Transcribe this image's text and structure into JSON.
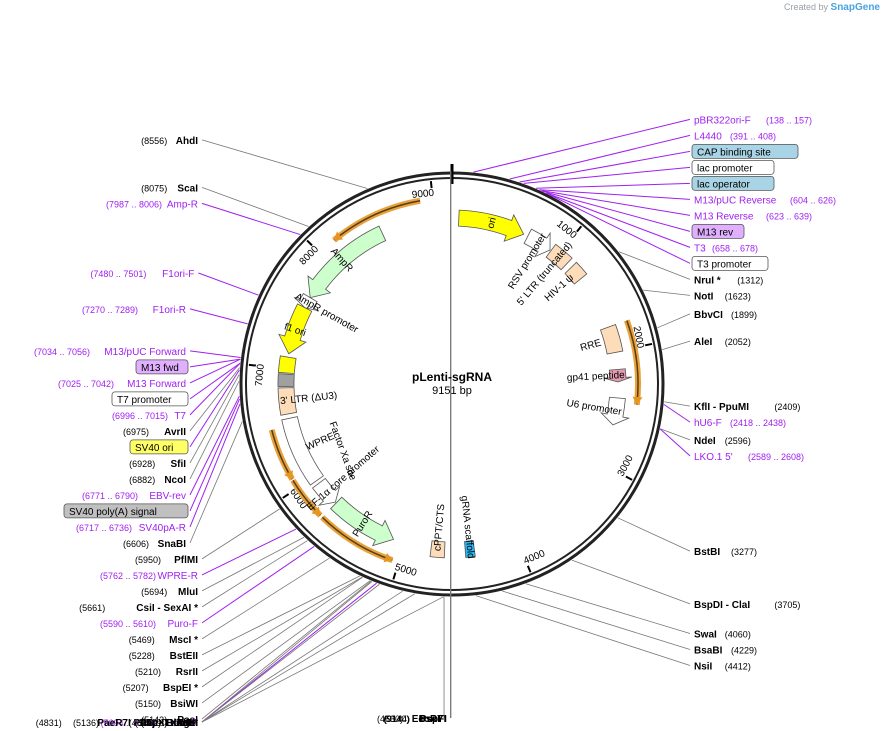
{
  "watermark": {
    "prefix": "Created by",
    "brand": "SnapGene"
  },
  "plasmid": {
    "name": "pLenti-sgRNA",
    "size": "9151 bp"
  },
  "colors": {
    "backbone": "#222222",
    "enzyme_line": "#777777",
    "primer": "#a020f0",
    "orange_arrow": "#f5a623",
    "ori_yellow": "#ffff00",
    "promoter_white": "#ffffff",
    "marker_green": "#ccffcc",
    "peach": "#fddcb9",
    "label_blue": "#a8d4e6",
    "label_purple": "#e0b0ff",
    "label_grey": "#c0c0c0"
  },
  "tick_labels": [
    {
      "label": "1000",
      "bp": 1000
    },
    {
      "label": "2000",
      "bp": 2000
    },
    {
      "label": "3000",
      "bp": 3000
    },
    {
      "label": "4000",
      "bp": 4000
    },
    {
      "label": "5000",
      "bp": 5000
    },
    {
      "label": "6000",
      "bp": 6000
    },
    {
      "label": "7000",
      "bp": 7000
    },
    {
      "label": "8000",
      "bp": 8000
    },
    {
      "label": "9000",
      "bp": 9000
    }
  ],
  "enzymes": [
    {
      "name": "PspFI",
      "pos": "(9144)",
      "bp": 9144,
      "side": "right",
      "star": ""
    },
    {
      "name": "NruI",
      "pos": "(1312)",
      "bp": 1312,
      "side": "right",
      "star": "*"
    },
    {
      "name": "NotI",
      "pos": "(1623)",
      "bp": 1623,
      "side": "right",
      "star": ""
    },
    {
      "name": "BbvCI",
      "pos": "(1899)",
      "bp": 1899,
      "side": "right",
      "star": ""
    },
    {
      "name": "AleI",
      "pos": "(2052)",
      "bp": 2052,
      "side": "right",
      "star": ""
    },
    {
      "name": "KflI - PpuMI",
      "pos": "(2409)",
      "bp": 2409,
      "side": "right",
      "star": ""
    },
    {
      "name": "NdeI",
      "pos": "(2596)",
      "bp": 2596,
      "side": "right",
      "star": ""
    },
    {
      "name": "BstBI",
      "pos": "(3277)",
      "bp": 3277,
      "side": "right",
      "star": ""
    },
    {
      "name": "BspDI - ClaI",
      "pos": "(3705)",
      "bp": 3705,
      "side": "right",
      "star": ""
    },
    {
      "name": "SwaI",
      "pos": "(4060)",
      "bp": 4060,
      "side": "right",
      "star": ""
    },
    {
      "name": "BsaBI",
      "pos": "(4229)",
      "bp": 4229,
      "side": "right",
      "star": ""
    },
    {
      "name": "NsiI",
      "pos": "(4412)",
      "bp": 4412,
      "side": "right",
      "star": ""
    },
    {
      "name": "EcoRI",
      "pos": "(4630)",
      "bp": 4630,
      "side": "center",
      "star": ""
    },
    {
      "name": "XbaI",
      "pos": "(4634)",
      "bp": 4634,
      "side": "left",
      "star": "*"
    },
    {
      "name": "PaeR7I - PspXI - XhoI",
      "pos": "(4831)",
      "bp": 4831,
      "side": "left",
      "star": ""
    },
    {
      "name": "AgeI",
      "pos": "(4916)",
      "bp": 4916,
      "side": "left",
      "star": ""
    },
    {
      "name": "BamHI",
      "pos": "(5082)",
      "bp": 5082,
      "side": "left",
      "star": ""
    },
    {
      "name": "PflFI - Tth111I",
      "pos": "(5136)",
      "bp": 5136,
      "side": "left",
      "star": ""
    },
    {
      "name": "PasI",
      "pos": "(5143)",
      "bp": 5143,
      "side": "left",
      "star": ""
    },
    {
      "name": "BsiWI",
      "pos": "(5150)",
      "bp": 5150,
      "side": "left",
      "star": ""
    },
    {
      "name": "BspEI",
      "pos": "(5207)",
      "bp": 5207,
      "side": "left",
      "star": "*"
    },
    {
      "name": "RsrII",
      "pos": "(5210)",
      "bp": 5210,
      "side": "left",
      "star": ""
    },
    {
      "name": "BstEII",
      "pos": "(5228)",
      "bp": 5228,
      "side": "left",
      "star": ""
    },
    {
      "name": "MscI",
      "pos": "(5469)",
      "bp": 5469,
      "side": "left",
      "star": "*"
    },
    {
      "name": "CsiI - SexAI",
      "pos": "(5661)",
      "bp": 5661,
      "side": "left",
      "star": "*"
    },
    {
      "name": "MluI",
      "pos": "(5694)",
      "bp": 5694,
      "side": "left",
      "star": ""
    },
    {
      "name": "PflMI",
      "pos": "(5950)",
      "bp": 5950,
      "side": "left",
      "star": ""
    },
    {
      "name": "SnaBI",
      "pos": "(6606)",
      "bp": 6606,
      "side": "left",
      "star": ""
    },
    {
      "name": "NcoI",
      "pos": "(6882)",
      "bp": 6882,
      "side": "left",
      "star": ""
    },
    {
      "name": "SfiI",
      "pos": "(6928)",
      "bp": 6928,
      "side": "left",
      "star": ""
    },
    {
      "name": "AvrII",
      "pos": "(6975)",
      "bp": 6975,
      "side": "left",
      "star": ""
    },
    {
      "name": "ScaI",
      "pos": "(8075)",
      "bp": 8075,
      "side": "left",
      "star": ""
    },
    {
      "name": "AhdI",
      "pos": "(8556)",
      "bp": 8556,
      "side": "left",
      "star": ""
    },
    {
      "name": "BseYI",
      "pos": "(9140)",
      "bp": 9140,
      "side": "left",
      "star": ""
    }
  ],
  "primers": [
    {
      "name": "pBR322ori-F",
      "range": "(138 .. 157)",
      "bp": 147,
      "style": "purple",
      "side": "right"
    },
    {
      "name": "L4440",
      "range": "(391 .. 408)",
      "bp": 400,
      "style": "purple",
      "side": "right"
    },
    {
      "name": "CAP binding site",
      "range": "",
      "bp": 470,
      "style": "boxblue",
      "side": "right"
    },
    {
      "name": "lac promoter",
      "range": "",
      "bp": 500,
      "style": "boxwhite",
      "side": "right"
    },
    {
      "name": "M13/pUC Reverse",
      "range": "(604 .. 626)",
      "bp": 615,
      "style": "purple",
      "side": "right"
    },
    {
      "name": "lac operator",
      "range": "",
      "bp": 590,
      "style": "boxblue",
      "side": "right"
    },
    {
      "name": "M13 Reverse",
      "range": "(623 .. 639)",
      "bp": 631,
      "style": "purple",
      "side": "right"
    },
    {
      "name": "M13 rev",
      "range": "",
      "bp": 640,
      "style": "boxpurple",
      "side": "right"
    },
    {
      "name": "T3",
      "range": "(658 .. 678)",
      "bp": 668,
      "style": "purple",
      "side": "right"
    },
    {
      "name": "T3 promoter",
      "range": "",
      "bp": 668,
      "style": "boxwhite",
      "side": "right"
    },
    {
      "name": "hU6-F",
      "range": "(2418 .. 2438)",
      "bp": 2428,
      "style": "purple",
      "side": "right"
    },
    {
      "name": "LKO.1 5'",
      "range": "(2589 .. 2608)",
      "bp": 2598,
      "style": "purple",
      "side": "right"
    },
    {
      "name": "Puro-R",
      "range": "(5094 .. 5113)",
      "bp": 5103,
      "style": "purple",
      "side": "left"
    },
    {
      "name": "Puro-F",
      "range": "(5590 .. 5610)",
      "bp": 5600,
      "style": "purple",
      "side": "left"
    },
    {
      "name": "WPRE-R",
      "range": "(5762 .. 5782)",
      "bp": 5772,
      "style": "purple",
      "side": "left"
    },
    {
      "name": "SV40pA-R",
      "range": "(6717 .. 6736)",
      "bp": 6726,
      "style": "purple",
      "side": "left"
    },
    {
      "name": "SV40 poly(A) signal",
      "range": "",
      "bp": 6760,
      "style": "boxgrey",
      "side": "left"
    },
    {
      "name": "EBV-rev",
      "range": "(6771 .. 6790)",
      "bp": 6780,
      "style": "purple",
      "side": "left"
    },
    {
      "name": "SV40 ori",
      "range": "",
      "bp": 6960,
      "style": "boxyellow",
      "side": "left"
    },
    {
      "name": "T7 promoter",
      "range": "",
      "bp": 7005,
      "style": "boxwhite",
      "side": "left"
    },
    {
      "name": "T7",
      "range": "(6996 .. 7015)",
      "bp": 7005,
      "style": "purple",
      "side": "left"
    },
    {
      "name": "M13 fwd",
      "range": "",
      "bp": 7034,
      "style": "boxpurple",
      "side": "left"
    },
    {
      "name": "M13 Forward",
      "range": "(7025 .. 7042)",
      "bp": 7033,
      "style": "purple",
      "side": "left"
    },
    {
      "name": "M13/pUC Forward",
      "range": "(7034 .. 7056)",
      "bp": 7045,
      "style": "purple",
      "side": "left"
    },
    {
      "name": "F1ori-R",
      "range": "(7270 .. 7289)",
      "bp": 7280,
      "style": "purple",
      "side": "left"
    },
    {
      "name": "F1ori-F",
      "range": "(7480 .. 7501)",
      "bp": 7490,
      "style": "purple",
      "side": "left"
    },
    {
      "name": "Amp-R",
      "range": "(7987 .. 8006)",
      "bp": 7996,
      "style": "purple",
      "side": "left"
    }
  ],
  "features": [
    {
      "name": "ori",
      "label": "ori",
      "start": 60,
      "end": 650,
      "type": "yellowarrow",
      "dir": "cw"
    },
    {
      "name": "rsv-promoter",
      "label": "RSV promoter",
      "start": 690,
      "end": 920,
      "type": "whitearrow",
      "dir": "cw"
    },
    {
      "name": "5-ltr",
      "label": "5' LTR (truncated)",
      "start": 930,
      "end": 1110,
      "type": "peachbox",
      "dir": ""
    },
    {
      "name": "hiv-psi",
      "label": "HIV-1 ψ",
      "start": 1160,
      "end": 1290,
      "type": "peachbox",
      "dir": ""
    },
    {
      "name": "rre",
      "label": "RRE",
      "start": 1780,
      "end": 2010,
      "type": "peachbox",
      "dir": ""
    },
    {
      "name": "gp41",
      "label": "gp41 peptide",
      "start": 2160,
      "end": 2270,
      "type": "pinkarrow",
      "dir": "cw"
    },
    {
      "name": "u6-promoter",
      "label": "U6 promoter",
      "start": 2410,
      "end": 2650,
      "type": "whitearrow",
      "dir": "cw"
    },
    {
      "name": "grna-scaffold",
      "label": "gRNA scaffold",
      "start": 4380,
      "end": 4460,
      "type": "cyanbox",
      "dir": ""
    },
    {
      "name": "cppt",
      "label": "cPPT/CTS",
      "start": 4640,
      "end": 4760,
      "type": "peachbox",
      "dir": ""
    },
    {
      "name": "puror",
      "label": "PuroR",
      "start": 5100,
      "end": 5700,
      "type": "greenarrow",
      "dir": "ccw"
    },
    {
      "name": "ef1a",
      "label": "EF-1α core promoter",
      "start": 5710,
      "end": 5930,
      "type": "whitearrow",
      "dir": "ccw"
    },
    {
      "name": "wpre",
      "label": "WPRE",
      "start": 5960,
      "end": 6560,
      "type": "whitebox",
      "dir": ""
    },
    {
      "name": "3-ltr",
      "label": "3' LTR (ΔU3)",
      "start": 6600,
      "end": 6830,
      "type": "peachbox",
      "dir": ""
    },
    {
      "name": "sv40pa",
      "label": "",
      "start": 6840,
      "end": 6950,
      "type": "greybox",
      "dir": ""
    },
    {
      "name": "sv40ori",
      "label": "",
      "start": 6960,
      "end": 7100,
      "type": "yellowbox",
      "dir": ""
    },
    {
      "name": "f1-ori",
      "label": "f1 ori",
      "start": 7130,
      "end": 7560,
      "type": "yellowarrow",
      "dir": "ccw"
    },
    {
      "name": "ampr-promoter",
      "label": "AmpR promoter",
      "start": 7560,
      "end": 7660,
      "type": "whitearrow",
      "dir": "ccw"
    },
    {
      "name": "ampr",
      "label": "AmpR",
      "start": 7660,
      "end": 8520,
      "type": "greenarrow",
      "dir": "ccw"
    }
  ],
  "inner_labels": [
    {
      "name": "factor-xa",
      "label": "Factor Xa site",
      "bp": 6000
    }
  ],
  "orange_arcs": [
    {
      "name": "orange-arc-1",
      "start": 8150,
      "end": 8900,
      "dir": "ccw"
    },
    {
      "name": "orange-arc-2",
      "start": 1780,
      "end": 2450,
      "dir": "cw"
    },
    {
      "name": "orange-arc-3",
      "start": 5050,
      "end": 5700,
      "dir": "ccw"
    },
    {
      "name": "orange-arc-4",
      "start": 5720,
      "end": 6070,
      "dir": "ccw"
    },
    {
      "name": "orange-arc-5",
      "start": 6080,
      "end": 6500,
      "dir": "ccw"
    }
  ]
}
